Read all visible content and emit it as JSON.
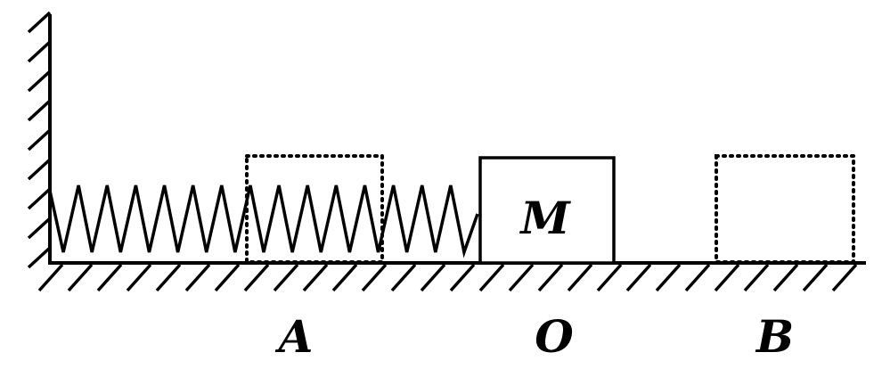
{
  "diagram": {
    "block_label": "M",
    "point_labels": {
      "a": "A",
      "o": "O",
      "b": "B"
    },
    "colors": {
      "stroke": "#000000",
      "background": "#ffffff"
    }
  }
}
